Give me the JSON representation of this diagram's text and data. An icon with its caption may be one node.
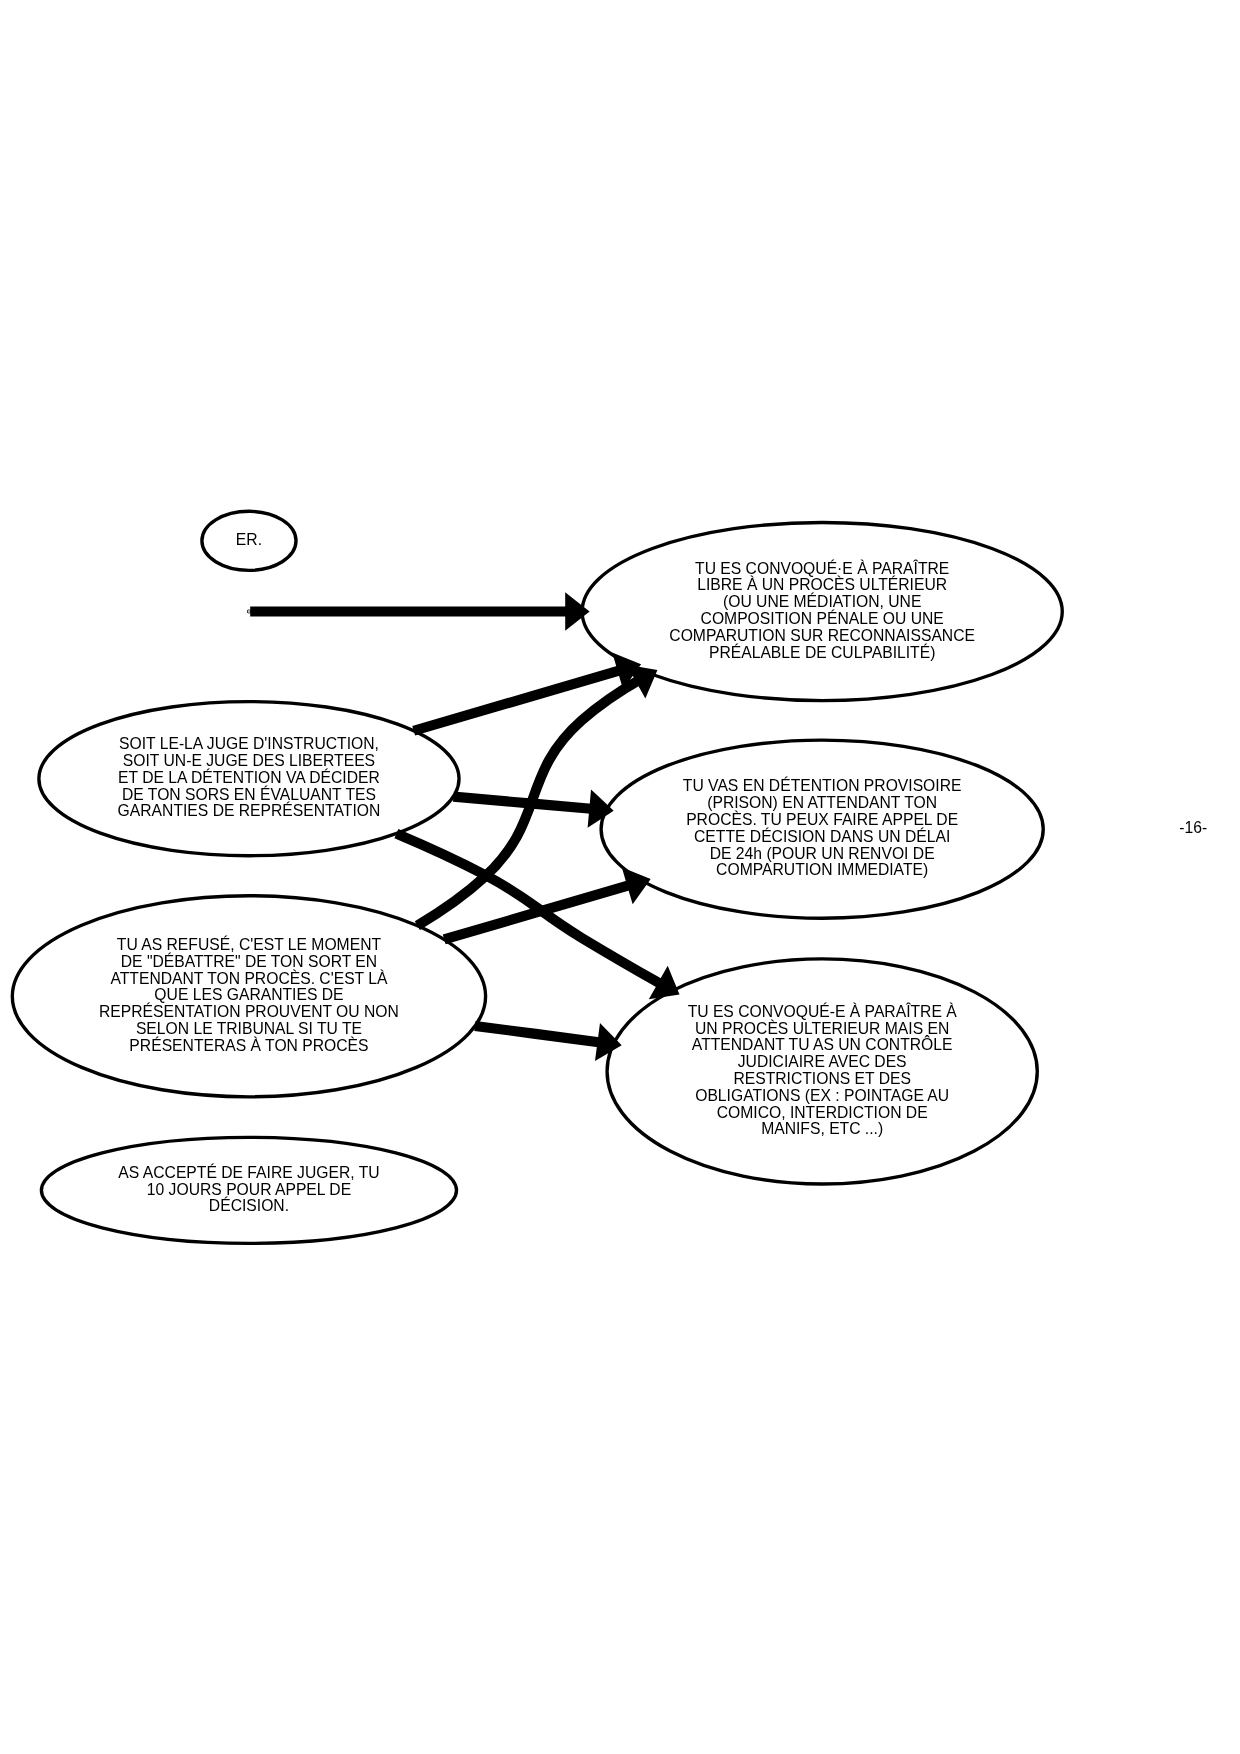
{
  "diagram": {
    "nodes": [
      {
        "text": [
          "AS ACCEPTÉ DE FAIRE JUGER, TU 10 JOURS POUR APPEL DE DÉCISION."
        ]
      },
      {
        "text": [
          "TU AS REFUSÉ, C'EST LE MOMENT DE \"DÉBATTRE\" DE TON SORT EN ATTENDANT TON PROCÈS. C'EST LÀ QUE LES GARANTIES DE REPRÉSENTATION PROUVENT OU NON SELON LE TRIBUNAL SI TU TE PRÉSENTERAS À TON PROCÈS"
        ]
      },
      {
        "text": [
          "ER."
        ]
      },
      {
        "text": [
          "SOIT LE-LA JUGE D'INSTRUCTION, SOIT UN-E JUGE DES LIBERTEES ET DE LA DÉTENTION VA DÉCIDER DE TON SORS EN ÉVALUANT TES GARANTIES DE REPRÉSENTATION"
        ]
      },
      {
        "text": [
          "TU ES CONVOQUÉ·E À PARAÎTRE LIBRE À UN PROCÈS ULTÉRIEUR (OU UNE MÉDIATION, UNE COMPOSITION PÉNALE OU UNE COMPARUTION SUR RECONNAISSANCE PRÉALABLE DE CULPABILITÉ)"
        ]
      },
      {
        "text": [
          "TU ES CONVOQUÉ-E À PARAÎTRE À UN PROCÈS ULTERIEUR MAIS EN ATTENDANT TU AS UN CONTRÔLE JUDICIAIRE AVEC DES RESTRICTIONS ET DES OBLIGATIONS (EX : POINTAGE AU COMICO, INTERDICTION DE MANIFS, ETC ...)"
        ]
      },
      {
        "text": [
          "TU VAS EN DÉTENTION PROVISOIRE (PRISON) EN ATTENDANT TON PROCÈS. TU PEUX FAIRE APPEL DE CETTE DÉCISION DANS UN DÉLAI DE 24h (POUR UN RENVOI DE COMPARUTION IMMEDIATE)"
        ]
      }
    ],
    "edges": [
      {
        "from": null,
        "to": 4,
        "arrow": "to"
      },
      {
        "from": 1,
        "to": 4,
        "arrow": "to"
      },
      {
        "from": 3,
        "to": 4,
        "arrow": "to"
      },
      {
        "from": 1,
        "to": 5,
        "arrow": "to"
      },
      {
        "from": 3,
        "to": 5,
        "arrow": "to"
      },
      {
        "from": 1,
        "to": 6,
        "arrow": "to"
      },
      {
        "from": 3,
        "to": 6,
        "arrow": "to"
      }
    ],
    "labels": [
      "-16-"
    ]
  }
}
